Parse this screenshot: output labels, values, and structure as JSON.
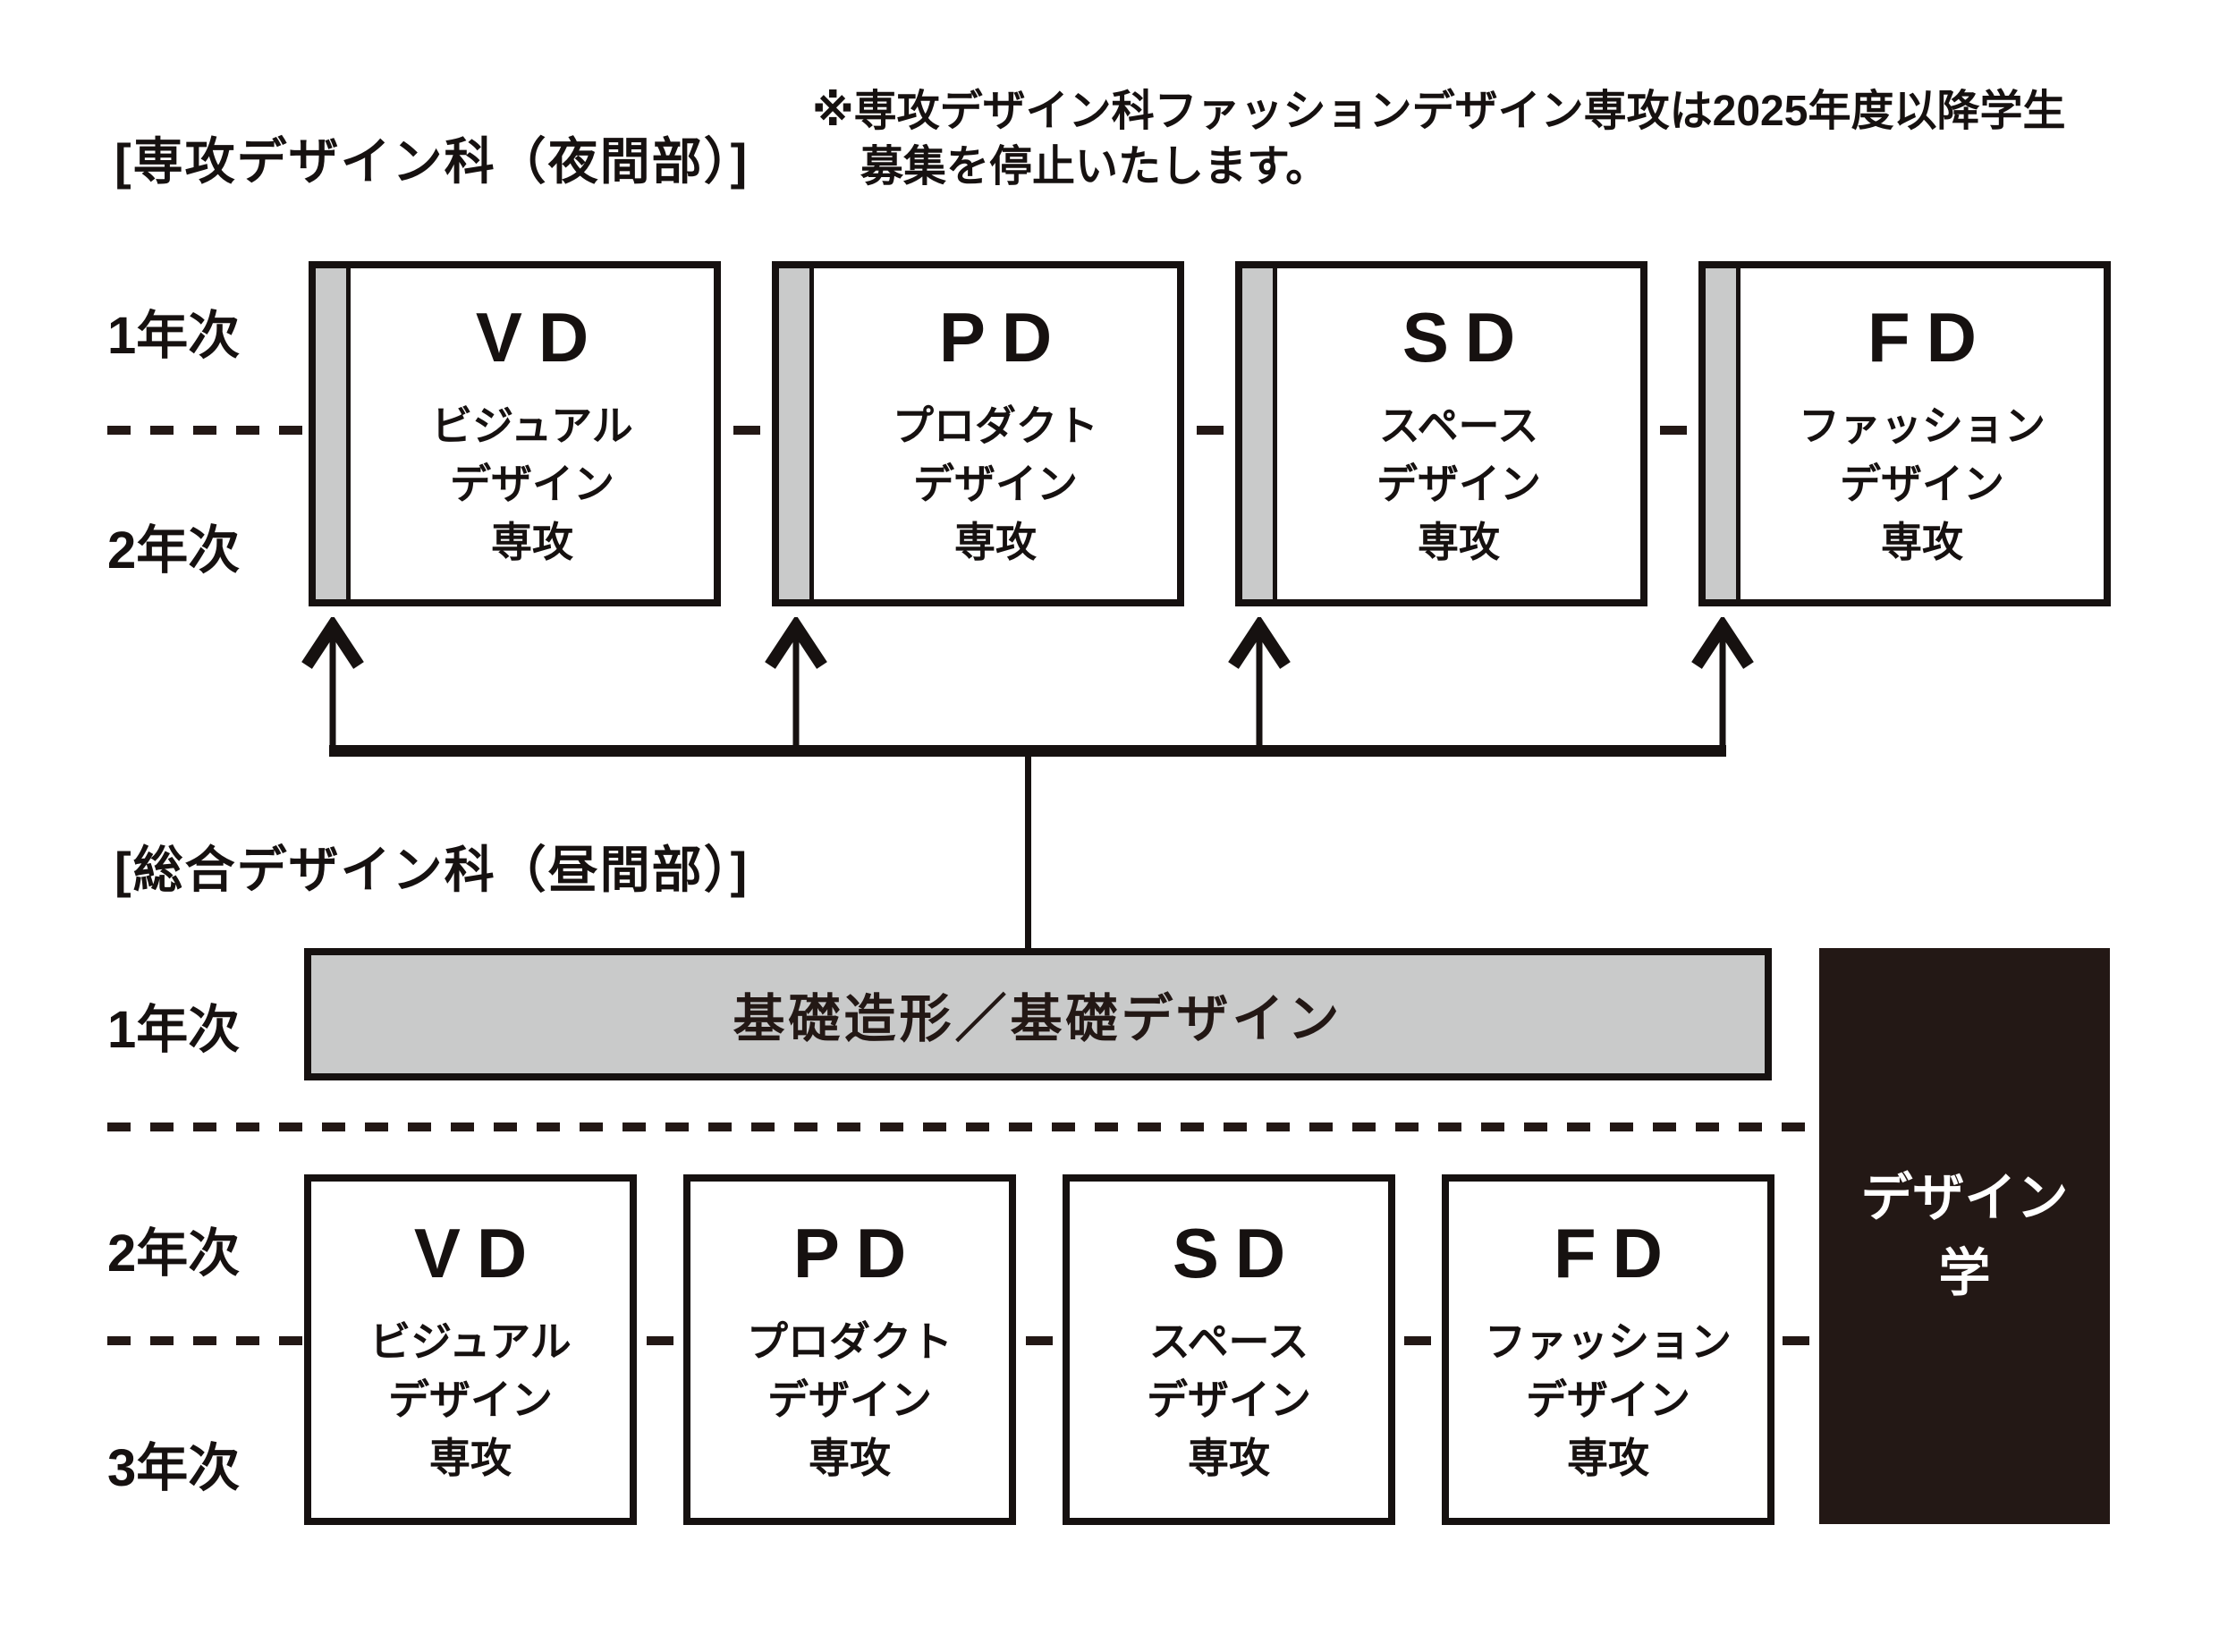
{
  "diagram": {
    "colors": {
      "ink": "#161110",
      "print_black": "#231815",
      "gray": "#c9caca"
    },
    "night": {
      "header": "[専攻デザイン科（夜間部）]",
      "note": {
        "line1": "※専攻デザイン科ファッションデザイン専攻は2025年度以降学生",
        "line2": "募集を停止いたします。"
      },
      "year_labels": [
        "1年次",
        "2年次"
      ],
      "majors": [
        {
          "code": "VD",
          "lines": [
            "ビジュアル",
            "デザイン",
            "専攻"
          ]
        },
        {
          "code": "PD",
          "lines": [
            "プロダクト",
            "デザイン",
            "専攻"
          ]
        },
        {
          "code": "SD",
          "lines": [
            "スペース",
            "デザイン",
            "専攻"
          ]
        },
        {
          "code": "FD",
          "lines": [
            "ファッション",
            "デザイン",
            "専攻"
          ]
        }
      ]
    },
    "day": {
      "header": "[総合デザイン科（昼間部）]",
      "year_labels": [
        "1年次",
        "2年次",
        "3年次"
      ],
      "foundation": "基礎造形／基礎デザイン",
      "majors": [
        {
          "code": "VD",
          "lines": [
            "ビジュアル",
            "デザイン",
            "専攻"
          ]
        },
        {
          "code": "PD",
          "lines": [
            "プロダクト",
            "デザイン",
            "専攻"
          ]
        },
        {
          "code": "SD",
          "lines": [
            "スペース",
            "デザイン",
            "専攻"
          ]
        },
        {
          "code": "FD",
          "lines": [
            "ファッション",
            "デザイン",
            "専攻"
          ]
        }
      ],
      "design_studies": {
        "line1": "デザイン",
        "line2": "学"
      }
    }
  }
}
